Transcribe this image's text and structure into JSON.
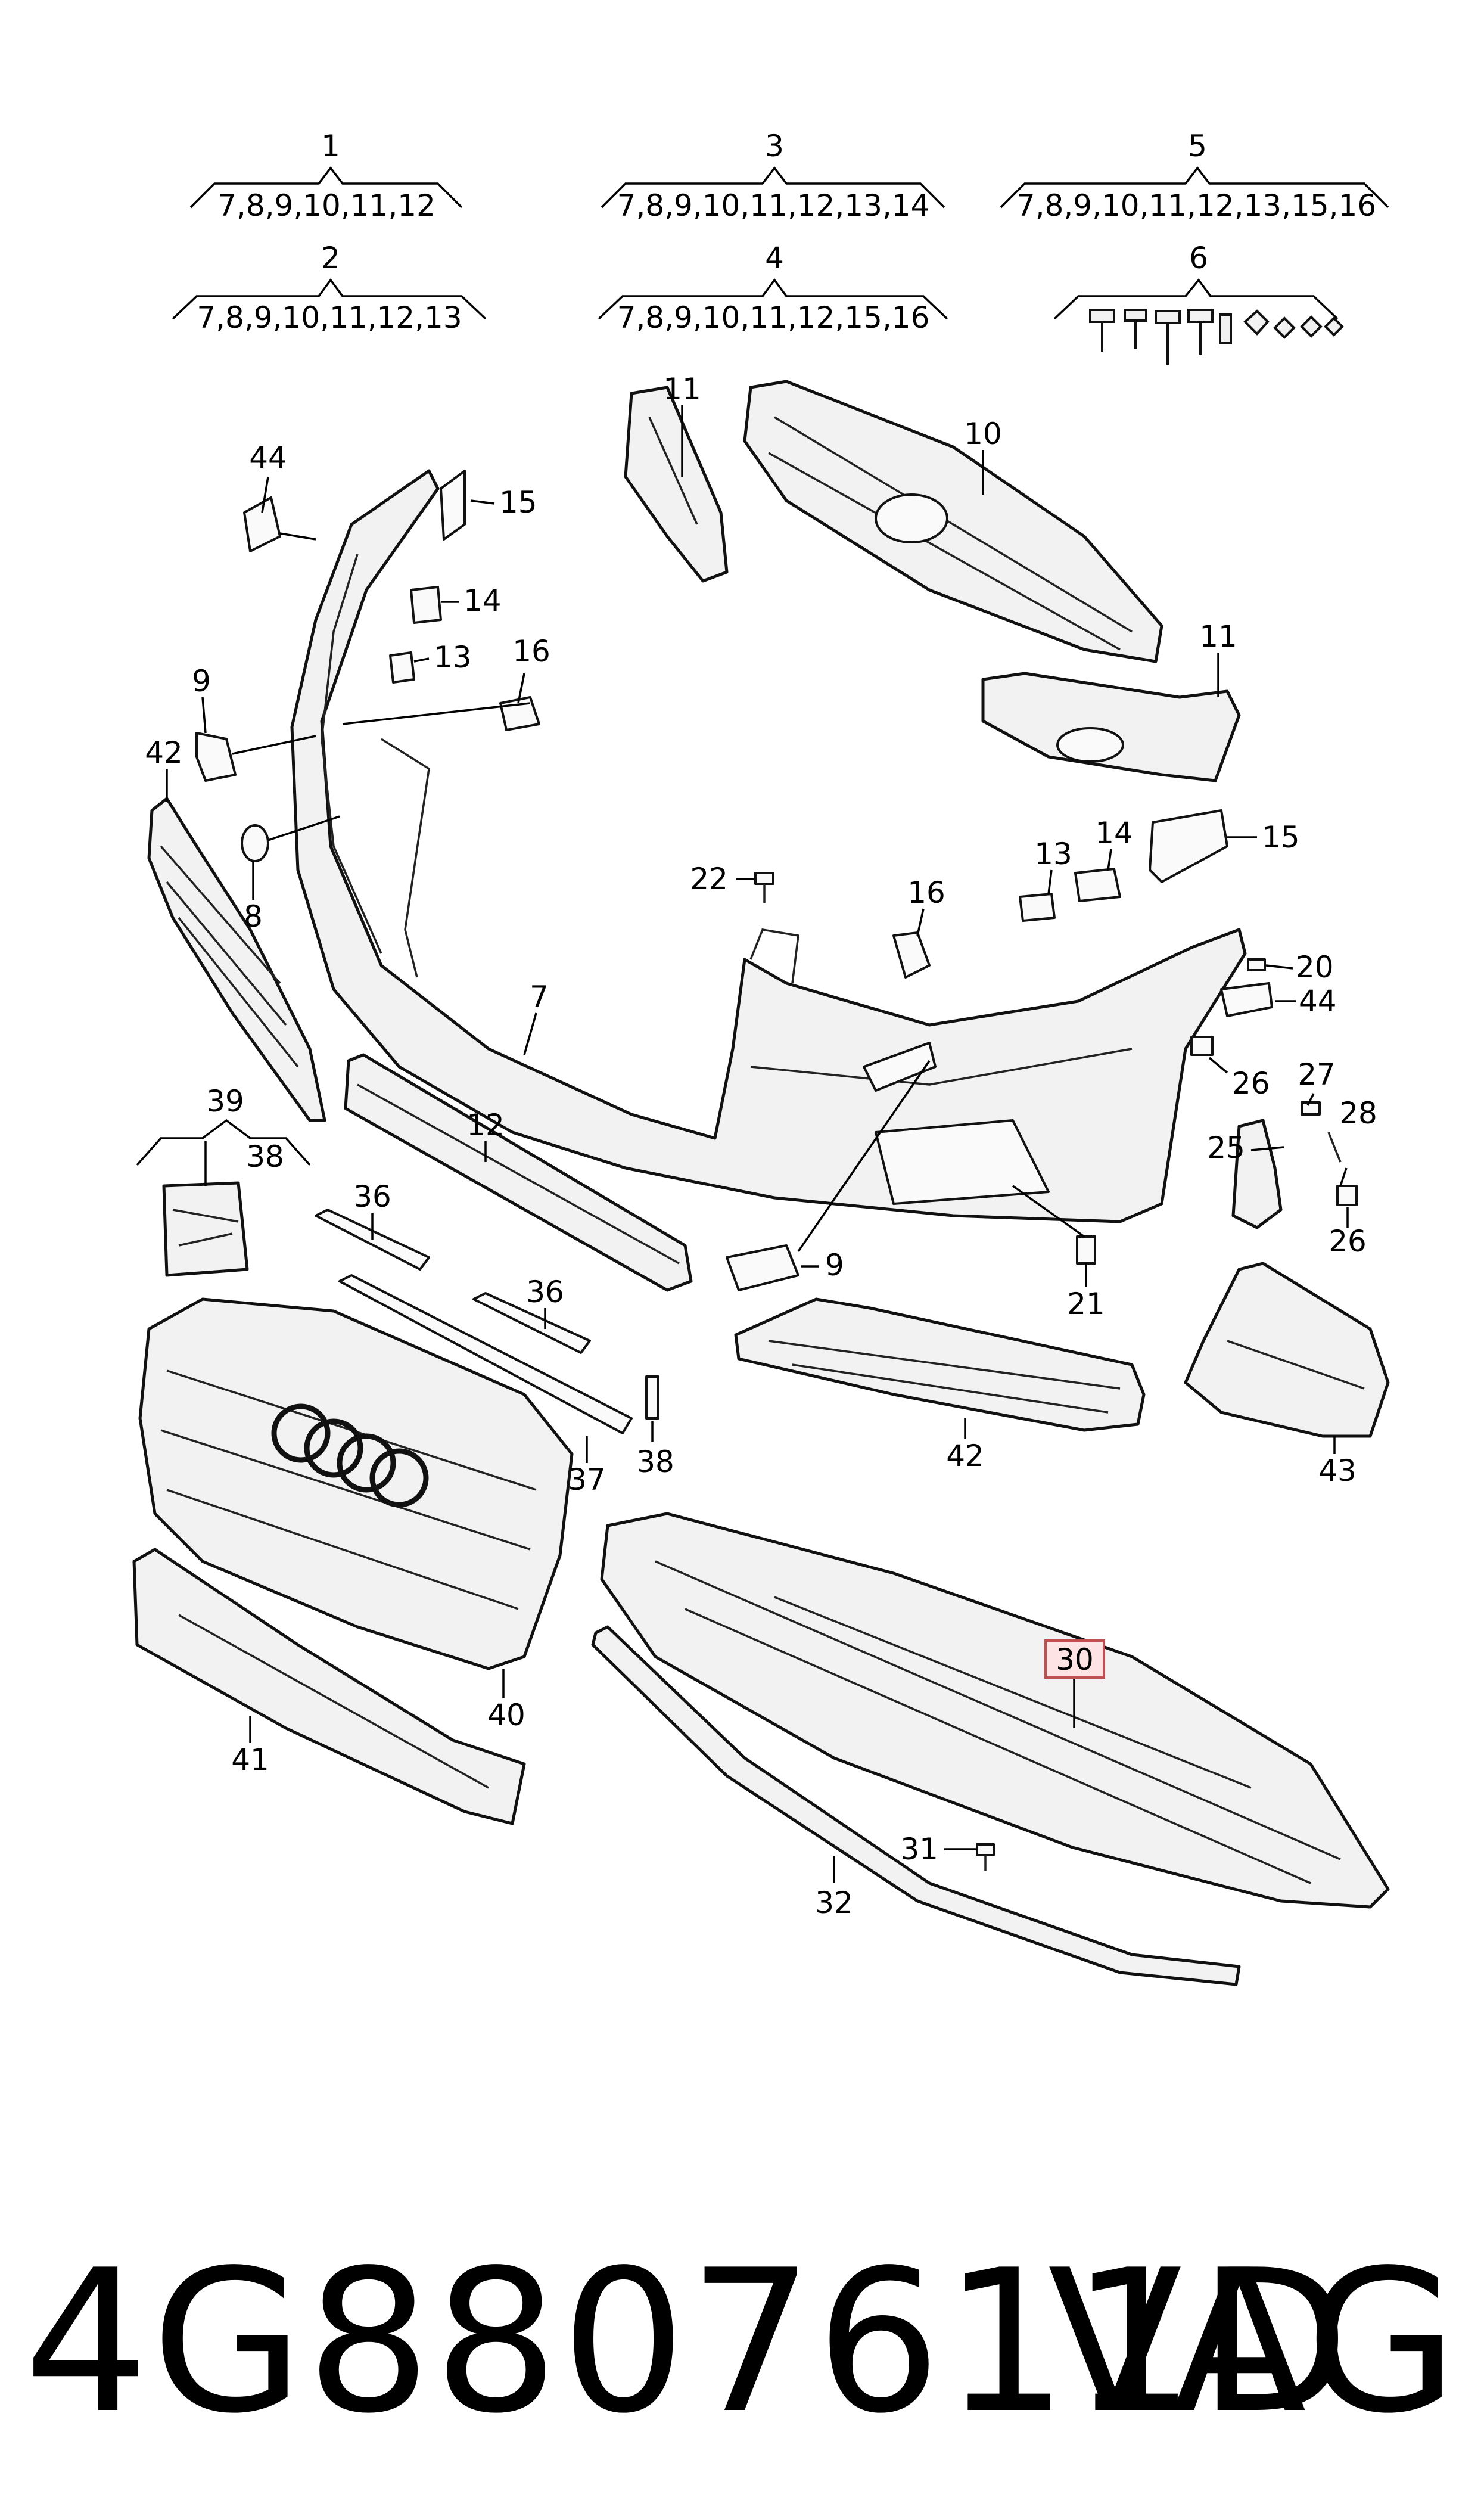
{
  "groups": [
    {
      "number": "1",
      "refs": "7,8,9,10,11,12"
    },
    {
      "number": "2",
      "refs": "7,8,9,10,11,12,13"
    },
    {
      "number": "3",
      "refs": "7,8,9,10,11,12,13,14"
    },
    {
      "number": "4",
      "refs": "7,8,9,10,11,12,15,16"
    },
    {
      "number": "5",
      "refs": "7,8,9,10,11,12,13,15,16"
    },
    {
      "number": "6",
      "refs": ""
    }
  ],
  "labels": {
    "l44a": "44",
    "l15a": "15",
    "l14a": "14",
    "l13a": "13",
    "l16a": "16",
    "l11a": "11",
    "l10": "10",
    "l11b": "11",
    "l9a": "9",
    "l42a": "42",
    "l8": "8",
    "l13b": "13",
    "l14b": "14",
    "l15b": "15",
    "l22": "22",
    "l16b": "16",
    "l20": "20",
    "l44b": "44",
    "l7": "7",
    "l26a": "26",
    "l27": "27",
    "l28": "28",
    "l25": "25",
    "l26b": "26",
    "l39": "39",
    "l38a": "38",
    "l12": "12",
    "l36a": "36",
    "l9b": "9",
    "l21": "21",
    "l36b": "36",
    "l37": "37",
    "l38b": "38",
    "l42b": "42",
    "l43": "43",
    "l30": "30",
    "l40": "40",
    "l41": "41",
    "l31": "31",
    "l32": "32"
  },
  "highlight": {
    "part": "30",
    "fill": "#fde3e3",
    "stroke": "#c0504d"
  },
  "footer": {
    "part_number": "4G8807611D",
    "brand": "VAG"
  }
}
